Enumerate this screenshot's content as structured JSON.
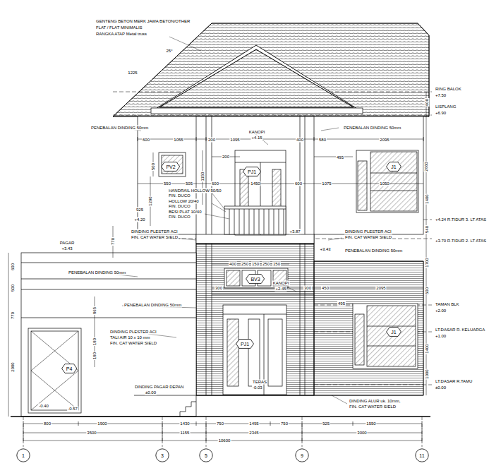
{
  "diagram": {
    "nodes": [
      {
        "text": [
          "PV2"
        ]
      },
      {
        "text": [
          "PJ1"
        ]
      },
      {
        "text": [
          "J1"
        ]
      },
      {
        "text": [
          "BV3"
        ]
      },
      {
        "text": [
          "J1"
        ]
      },
      {
        "text": [
          "PJ1"
        ]
      },
      {
        "text": [
          "P4"
        ]
      },
      {
        "text": [
          "1"
        ]
      },
      {
        "text": [
          "3"
        ]
      },
      {
        "text": [
          "5"
        ]
      },
      {
        "text": [
          "9"
        ]
      },
      {
        "text": [
          "11"
        ]
      }
    ],
    "labels": [
      "GENTENG BETON MERK JAWA BETON/OTHER",
      "FLAT / FLAT MINIMALIS",
      "RANGKA ATAP Metal truss",
      "25°",
      "1225",
      "RING BALOK",
      "+7.50",
      "LISPLANG",
      "+6.90",
      "PENEBALAN DINDING 50mm",
      "PENEBALAN DINDING 50mm",
      "KANOPI",
      "+4.15",
      "600",
      "1055",
      "200",
      "1095",
      "400",
      "580",
      "2095",
      "200",
      "495",
      "500",
      "1150",
      "550",
      "505",
      "600",
      "1450",
      "600",
      "1075",
      "1050",
      "2660",
      "HANDRAIL HOLLOW 50/50",
      "FIN. DUCO",
      "HOLLOW 20/40",
      "FIN. DUCO",
      "BESI PLAT 10/40",
      "FIN. DUCO",
      "1290",
      "925",
      "+4.20",
      "+3.87",
      "+4.24 R.TIDUR 3. LT ATAS",
      "+3.70 R.TIDUR 2. LT ATAS",
      "DINDING PLESTER ACI",
      "FIN. CAT WATER SIELD",
      "DINDING PLESTER ACI",
      "FIN. CAT WATER SIELD",
      "770",
      "PAGAR",
      "+3.43",
      "+3.43",
      "PENEBALAN DINDING 50mm",
      "PENEBALAN DINDING 50mm",
      "400",
      "250",
      "150",
      "250",
      "150",
      "300",
      "KANOPI",
      "+2.45",
      "300",
      "450",
      "2095",
      "495",
      "PENEBALAN DINDING 50mm",
      "TAMAN BLK",
      "+2.00",
      "DINDING PLESTER ACI",
      "TALI AIR 10 x 10 mm",
      "FIN. CAT WATER SIELD",
      "LT.DASAR R. KELUARGA",
      "+1.00",
      "LT.DASAR R.TAMU",
      "±0.00",
      "DINDING PAGAR DEPAN",
      "±0.00",
      "TERAS",
      "-0.03",
      "DINDING ALUR uk. 10mm,",
      "FIN. CAT WATER SIELD",
      "-0.40",
      "-0.57",
      "600",
      "500",
      "770",
      "2000",
      "865",
      "180",
      "180",
      "600",
      "1400",
      "540",
      "1700",
      "500",
      "1400",
      "1000",
      "800",
      "1900",
      "1430",
      "750",
      "1495",
      "750",
      "925",
      "1550",
      "3500",
      "1155",
      "2345",
      "3000",
      "10600"
    ]
  }
}
